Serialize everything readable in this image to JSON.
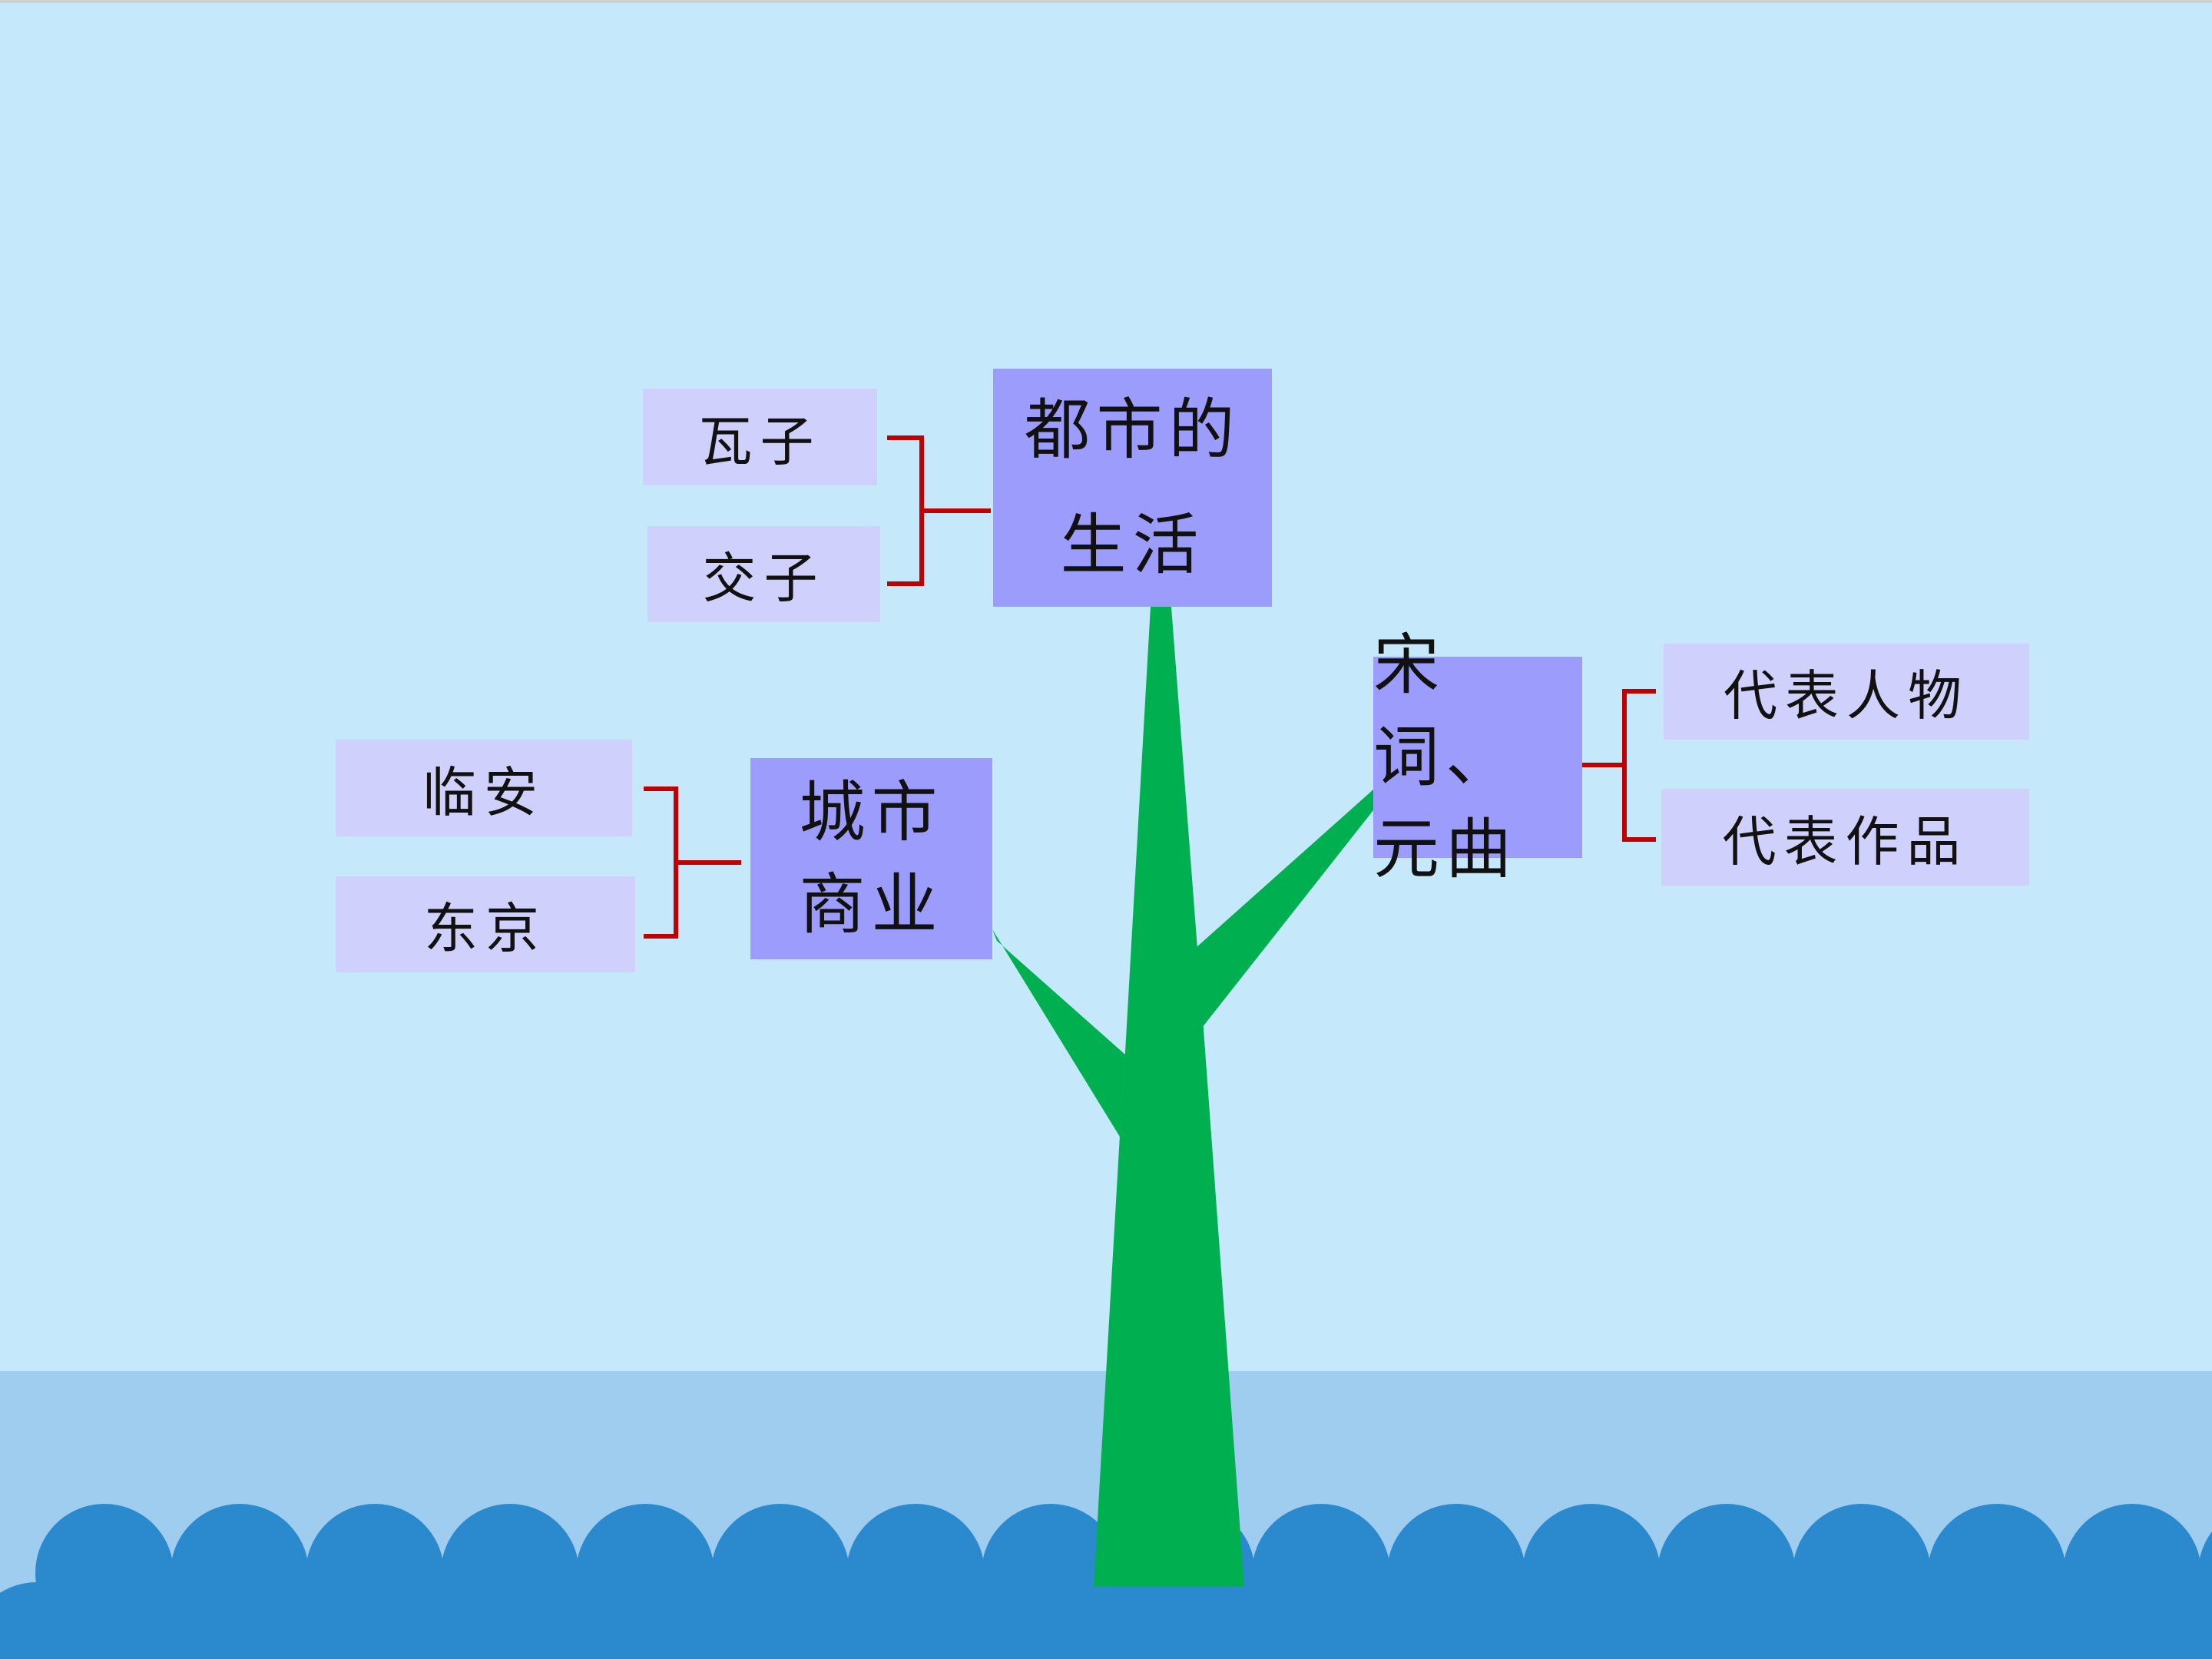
{
  "diagram": {
    "nodes": {
      "dushi": {
        "line1": "都市的",
        "line2": "生活"
      },
      "chengshi": {
        "line1": "城市",
        "line2": "商业"
      },
      "songci": {
        "line1": "宋词、",
        "line2": "元曲"
      }
    },
    "leaves": {
      "wazi": "瓦子",
      "jiaozi": "交子",
      "linan": "临安",
      "dongjing": "东京",
      "daibiao_renwu": "代表人物",
      "daibiao_zuopin": "代表作品"
    }
  },
  "colors": {
    "sky": "#c5e8fb",
    "water": "#9fcdf0",
    "waves": "#2b89cd",
    "trunk": "#00b050",
    "bracket": "#c00000",
    "main_box": "#9b9cfc",
    "leaf_box": "#d0d0fd"
  }
}
